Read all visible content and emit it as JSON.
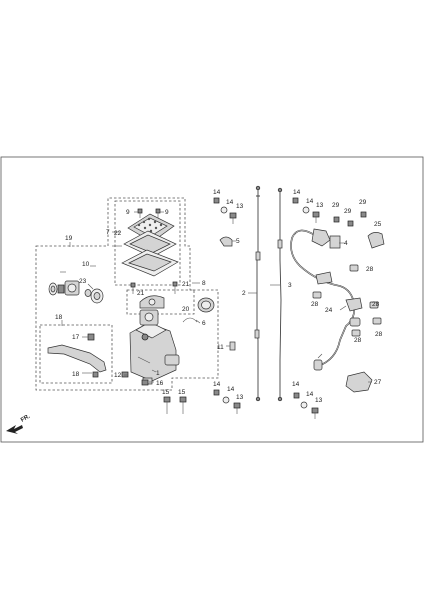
{
  "callouts": {
    "c1": "1",
    "c2": "2",
    "c3": "3",
    "c4": "4",
    "c5": "5",
    "c6": "6",
    "c7": "7",
    "c8": "8",
    "c9a": "9",
    "c9b": "9",
    "c10": "10",
    "c11": "11",
    "c12": "12",
    "c13a": "13",
    "c13b": "13",
    "c13c": "13",
    "c13d": "13",
    "c14a": "14",
    "c14b": "14",
    "c14c": "14",
    "c14d": "14",
    "c15a": "15",
    "c15b": "15",
    "c16": "16",
    "c17": "17",
    "c18": "18",
    "c19": "19",
    "c20": "20",
    "c21a": "21",
    "c21b": "21",
    "c22": "22",
    "c23": "23",
    "c24": "24",
    "c25": "25",
    "c27": "27",
    "c28a": "28",
    "c28b": "28",
    "c28c": "28",
    "c28d": "28",
    "c28e": "28",
    "c29a": "29",
    "c29b": "29"
  },
  "direction_label": "FR.",
  "icons": {
    "front_arrow": "fr-arrow-icon"
  },
  "colors": {
    "line": "#555555",
    "part_fill": "#d4d4d4"
  }
}
